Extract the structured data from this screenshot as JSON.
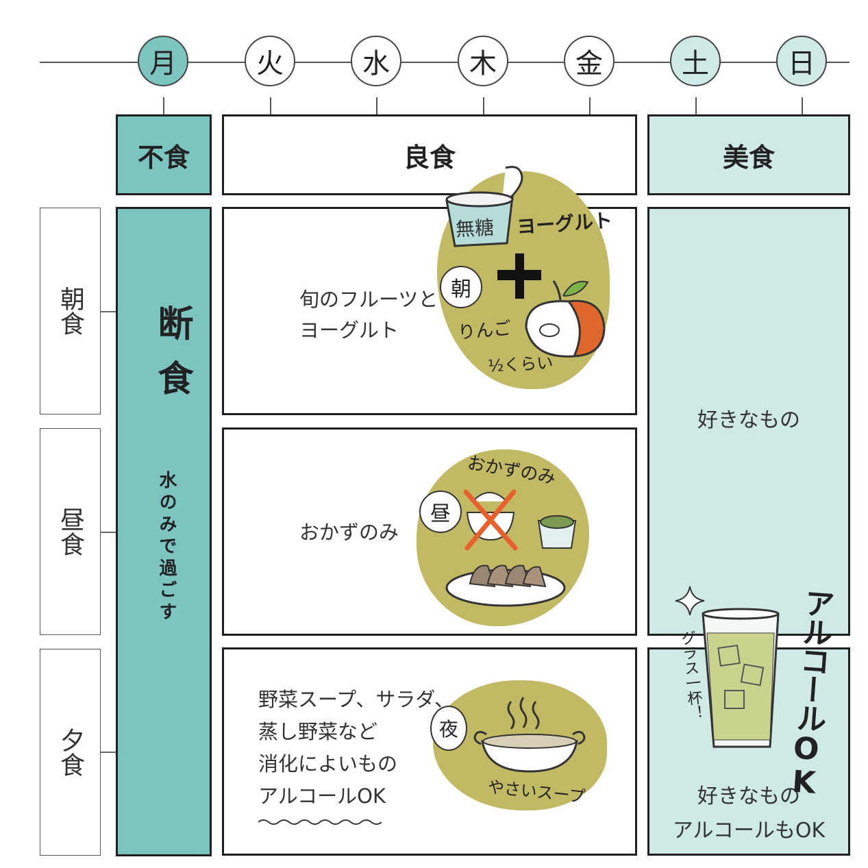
{
  "days": [
    {
      "label": "月",
      "style": "teal"
    },
    {
      "label": "火",
      "style": "white"
    },
    {
      "label": "水",
      "style": "white"
    },
    {
      "label": "木",
      "style": "white"
    },
    {
      "label": "金",
      "style": "white"
    },
    {
      "label": "土",
      "style": "pale"
    },
    {
      "label": "日",
      "style": "pale"
    }
  ],
  "headers": {
    "fushoku": "不食",
    "ryoshoku": "良食",
    "bishoku": "美食"
  },
  "meals": {
    "breakfast": "朝食",
    "lunch": "昼食",
    "dinner": "夕食"
  },
  "fasting": {
    "title": "断食",
    "note": "水のみで過ごす"
  },
  "ryoshoku_cells": {
    "breakfast": [
      "旬のフルーツと",
      "ヨーグルト"
    ],
    "lunch": [
      "おかずのみ"
    ],
    "dinner": [
      "野菜スープ、サラダ、",
      "蒸し野菜など",
      "消化によいもの",
      "アルコールOK"
    ]
  },
  "bishoku_cells": {
    "main": "好きなもの",
    "dinner": [
      "好きなもの",
      "アルコールもOK"
    ]
  },
  "illustrations": {
    "breakfast": {
      "tag": "朝",
      "cup": "無糖",
      "yogurt": "ヨーグルト",
      "apple": "りんご",
      "apple_amount": "½くらい"
    },
    "lunch": {
      "tag": "昼",
      "caption": "おかずのみ"
    },
    "dinner": {
      "tag": "夜",
      "caption": "やさいスープ"
    },
    "drink": {
      "side": "グラス一杯！",
      "big": "アルコールOK"
    }
  },
  "colors": {
    "teal": "#7cc4c0",
    "pale_teal": "#cfe9e6",
    "olive": "#c1b964",
    "apple_red": "#e0672c",
    "cross_orange": "#e8602c"
  }
}
